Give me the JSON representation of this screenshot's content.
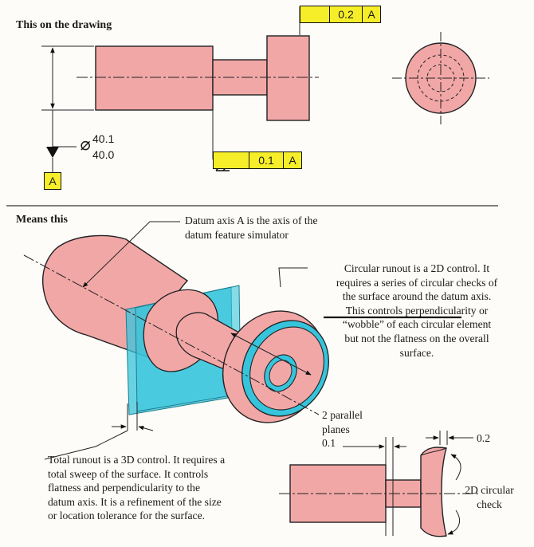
{
  "headings": {
    "top": "This on the drawing",
    "bottom": "Means this"
  },
  "fcf_top": {
    "value": "0.2",
    "datum": "A",
    "icon": "circular-runout-arrow-icon"
  },
  "fcf_mid": {
    "value": "0.1",
    "datum": "A",
    "icon": "total-runout-arrows-icon"
  },
  "diameter": {
    "symbol": "⌀",
    "upper": "40.1",
    "lower": "40.0"
  },
  "datum_label": "A",
  "notes": {
    "datum_axis": [
      "Datum axis A is the axis of the",
      "datum feature simulator"
    ],
    "circular": [
      "Circular runout is a 2D control. It",
      "requires a series of circular checks of",
      "the surface around the datum axis.",
      "This controls perpendicularity or",
      "“wobble” of each circular element",
      "but not the flatness on the overall",
      "surface."
    ],
    "total": [
      "Total runout is a 3D control. It requires a",
      "total sweep of the surface. It controls",
      "flatness and perpendicularity to the",
      "datum axis. It is a refinement of the size",
      "or location tolerance for the surface."
    ],
    "planes": [
      "2 parallel",
      "planes"
    ],
    "planes_value": "0.1",
    "circ_value": "0.2",
    "circ_check": [
      "2D circular",
      "check"
    ]
  },
  "colors": {
    "part": "#f2a7a7",
    "cyan": "#35c4dc",
    "fcf": "#f7ee2a"
  }
}
